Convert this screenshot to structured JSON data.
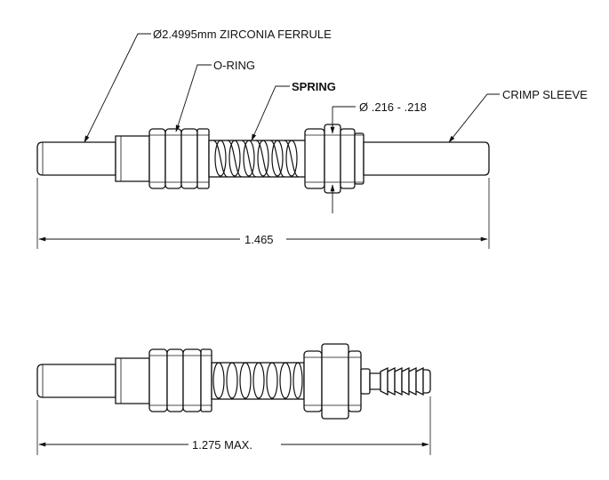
{
  "labels": {
    "ferrule": "Ø2.4995mm ZIRCONIA FERRULE",
    "oring": "O-RING",
    "spring": "SPRING",
    "diameter": "Ø .216 - .218",
    "crimp": "CRIMP SLEEVE"
  },
  "dimensions": {
    "top_length": "1.465",
    "bottom_length": "1.275 MAX."
  }
}
